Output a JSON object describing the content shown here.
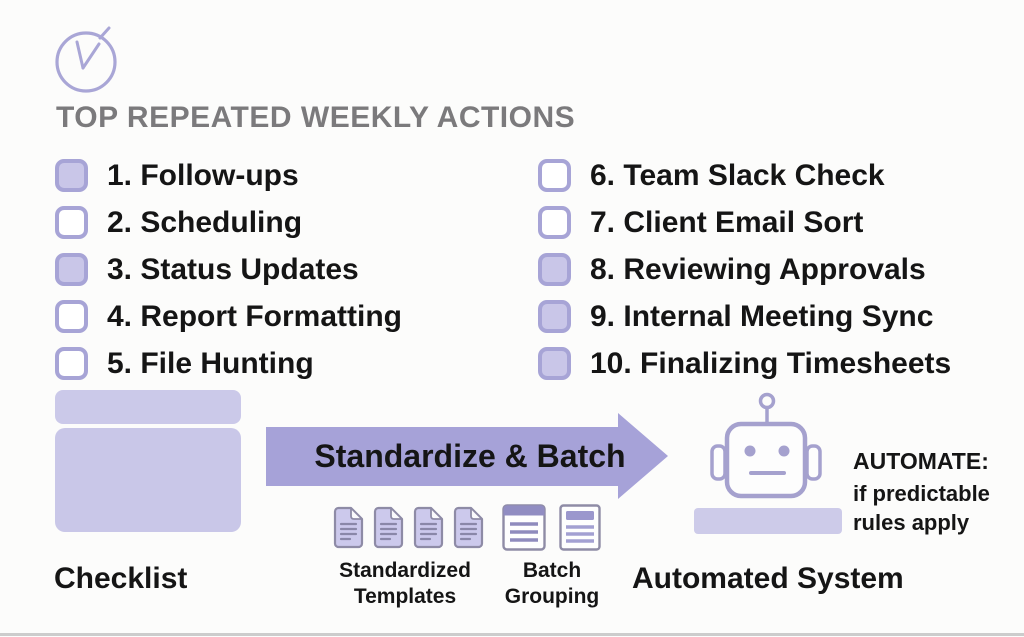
{
  "header": {
    "title": "TOP REPEATED WEEKLY ACTIONS"
  },
  "checklist": {
    "left": [
      {
        "text": "1. Follow-ups",
        "checked": true
      },
      {
        "text": "2. Scheduling",
        "checked": false
      },
      {
        "text": "3. Status Updates",
        "checked": true
      },
      {
        "text": "4. Report Formatting",
        "checked": false
      },
      {
        "text": "5. File Hunting",
        "checked": false
      }
    ],
    "right": [
      {
        "text": "6. Team Slack Check",
        "checked": false
      },
      {
        "text": "7. Client Email Sort",
        "checked": false
      },
      {
        "text": "8. Reviewing Approvals",
        "checked": true
      },
      {
        "text": "9. Internal Meeting Sync",
        "checked": true
      },
      {
        "text": "10. Finalizing Timesheets",
        "checked": true
      }
    ]
  },
  "flow": {
    "checklist_caption": "Checklist",
    "arrow_label": "Standardize & Batch",
    "templates_caption": [
      "Standardized",
      "Templates"
    ],
    "batch_caption": [
      "Batch",
      "Grouping"
    ],
    "automated_caption": "Automated System",
    "automate_note": [
      "AUTOMATE:",
      "if predictable",
      "rules apply"
    ]
  },
  "icons": {
    "clock-icon": "stopwatch outline with check-style hands",
    "document-icon": "page with folded corner and text lines",
    "grouped-list-icon": "card with header bar and text lines",
    "robot-icon": "robot head outline with antenna",
    "arrow-right-icon": "thick right-pointing block arrow"
  },
  "colors": {
    "accent_purple": "#a6a2d8",
    "light_purple_fill": "#c9c6e8",
    "outline_purple": "#a5a1ce",
    "header_gray": "#7b7a7c",
    "text_black": "#151515"
  }
}
